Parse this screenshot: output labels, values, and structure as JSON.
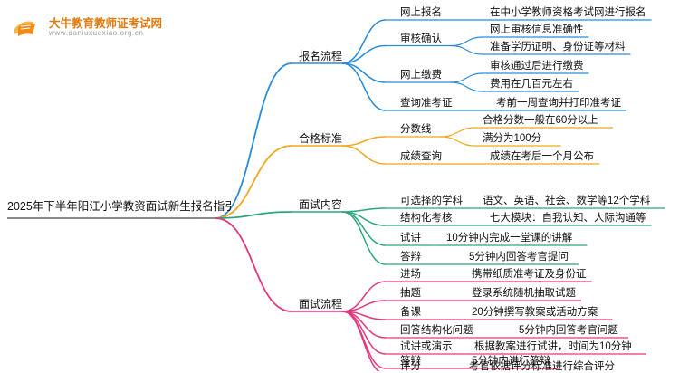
{
  "site": {
    "name": "大牛教育教师证考试网",
    "url": "www.daniuxuexiao.org.cn"
  },
  "colors": {
    "blue": "#2a8bd6",
    "orange": "#f0a81c",
    "green": "#2aa87a",
    "pink": "#e5377e"
  },
  "mindmap": {
    "root": "2025年下半年阳江小学教资面试新生报名指引",
    "branches": [
      {
        "label": "报名流程",
        "color": "blue",
        "children": [
          {
            "label": "网上报名",
            "leaves": [
              "在中小学教师资格考试网进行报名"
            ]
          },
          {
            "label": "审核确认",
            "leaves": [
              "网上审核信息准确性",
              "准备学历证明、身份证等材料"
            ]
          },
          {
            "label": "网上缴费",
            "leaves": [
              "审核通过后进行缴费",
              "费用在几百元左右"
            ]
          },
          {
            "label": "查询准考证",
            "leaves": [
              "考前一周查询并打印准考证"
            ]
          }
        ]
      },
      {
        "label": "合格标准",
        "color": "orange",
        "children": [
          {
            "label": "分数线",
            "leaves": [
              "合格分数一般在60分以上",
              "满分为100分"
            ]
          },
          {
            "label": "成绩查询",
            "leaves": [
              "成绩在考后一个月公布"
            ]
          }
        ]
      },
      {
        "label": "面试内容",
        "color": "green",
        "children": [
          {
            "label": "可选择的学科",
            "leaves": [
              "语文、英语、社会、数学等12个学科"
            ]
          },
          {
            "label": "结构化考核",
            "leaves": [
              "七大模块：自我认知、人际沟通等"
            ]
          },
          {
            "label": "试讲",
            "leaves": [
              "10分钟内完成一堂课的讲解"
            ]
          },
          {
            "label": "答辩",
            "leaves": [
              "5分钟内回答考官提问"
            ]
          }
        ]
      },
      {
        "label": "面试流程",
        "color": "pink",
        "children": [
          {
            "label": "进场",
            "leaves": [
              "携带纸质准考证及身份证"
            ]
          },
          {
            "label": "抽题",
            "leaves": [
              "登录系统随机抽取试题"
            ]
          },
          {
            "label": "备课",
            "leaves": [
              "20分钟撰写教案或活动方案"
            ]
          },
          {
            "label": "回答结构化问题",
            "leaves": [
              "5分钟内回答考官问题"
            ]
          },
          {
            "label": "试讲或演示",
            "leaves": [
              "根据教案进行试讲，时间为10分钟"
            ]
          },
          {
            "label": "答辩",
            "leaves": [
              "5分钟内进行答辩"
            ]
          },
          {
            "label": "评分",
            "leaves": [
              "考官依据评分标准进行综合评分"
            ]
          }
        ]
      }
    ]
  }
}
